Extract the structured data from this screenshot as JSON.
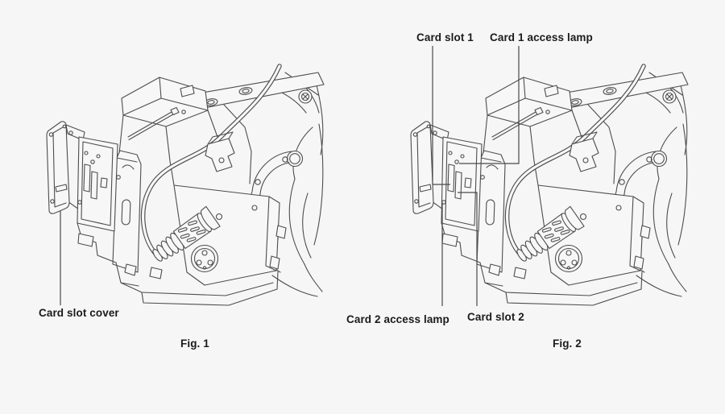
{
  "colors": {
    "background": "#f6f6f6",
    "line_art": "#4d4d4d",
    "leader_line": "#4a4a4a",
    "text": "#1b1b1b"
  },
  "figures": [
    {
      "caption": "Fig. 1",
      "labels": [
        {
          "text": "Card slot cover"
        }
      ]
    },
    {
      "caption": "Fig. 2",
      "labels": [
        {
          "text": "Card slot 1"
        },
        {
          "text": "Card 1 access lamp"
        },
        {
          "text": "Card 2 access lamp"
        },
        {
          "text": "Card slot 2"
        }
      ]
    }
  ]
}
